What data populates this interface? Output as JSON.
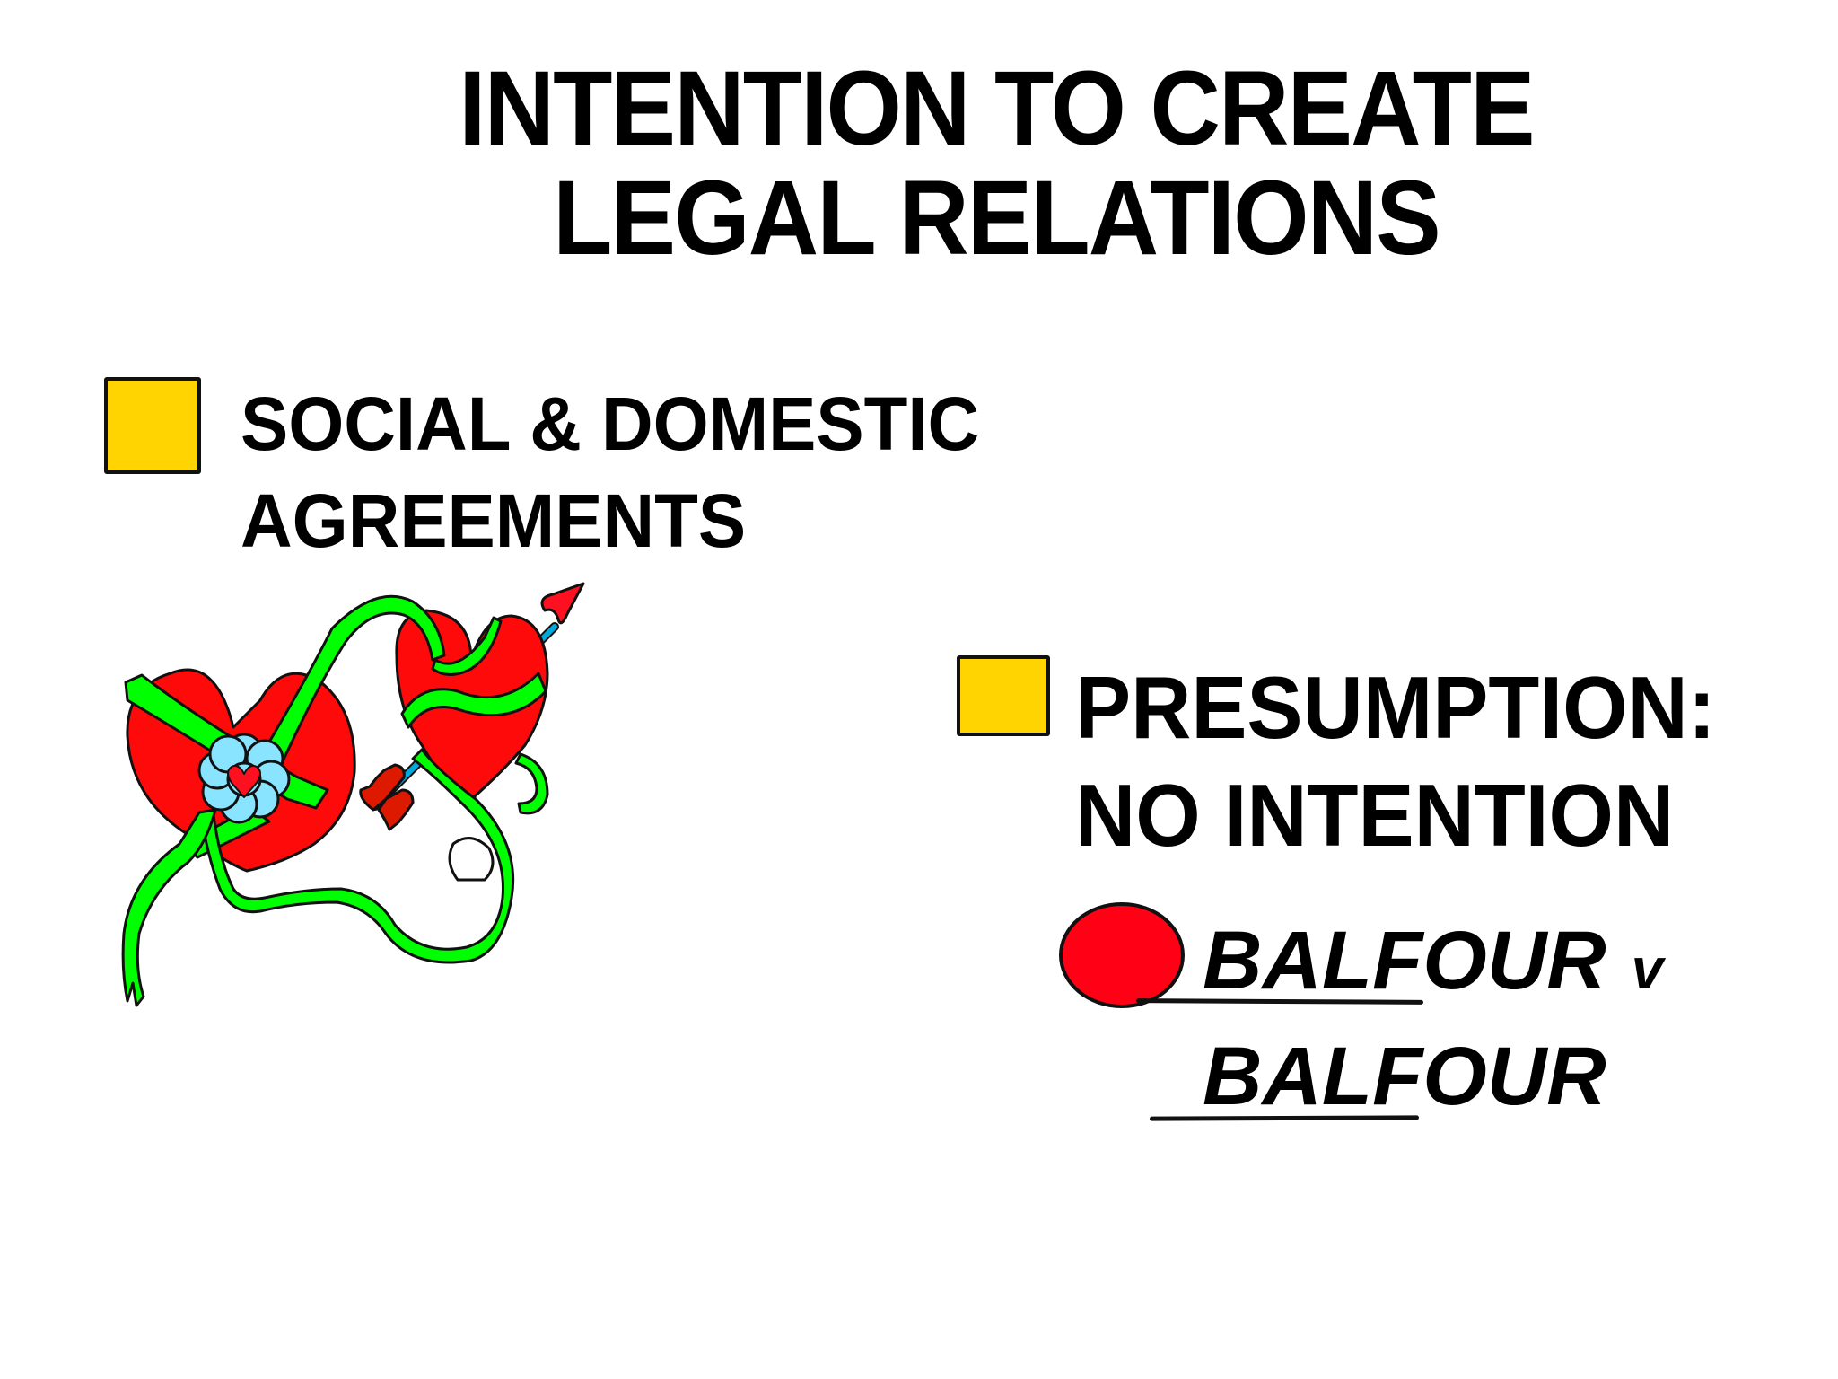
{
  "slide": {
    "title_lines": [
      "INTENTION TO CREATE",
      "LEGAL RELATIONS"
    ],
    "points": [
      {
        "bullet": "yellow-square",
        "lines": [
          "SOCIAL & DOMESTIC",
          "AGREEMENTS"
        ]
      },
      {
        "bullet": "yellow-square",
        "lines": [
          "PRESUMPTION:",
          "NO INTENTION"
        ]
      }
    ],
    "case": {
      "bullet": "red-circle",
      "line1_name": "BALFOUR",
      "line1_separator": "v",
      "line2_name": "BALFOUR"
    },
    "illustration": {
      "description": "two red hearts wrapped in green ribbon with blue flower rosette, pierced by an arrow",
      "icons": [
        "heart-icon",
        "heart-icon",
        "ribbon-icon",
        "flower-icon",
        "arrow-icon"
      ]
    }
  },
  "colors": {
    "background": "#ffffff",
    "text": "#000000",
    "bullet_square": "#ffd400",
    "bullet_circle": "#ff0014",
    "heart": "#ff0a0a",
    "ribbon": "#00ff00",
    "flower": "#88e4ff",
    "arrow_shaft": "#00aadd",
    "arrow_fletch": "#dd1a00"
  }
}
